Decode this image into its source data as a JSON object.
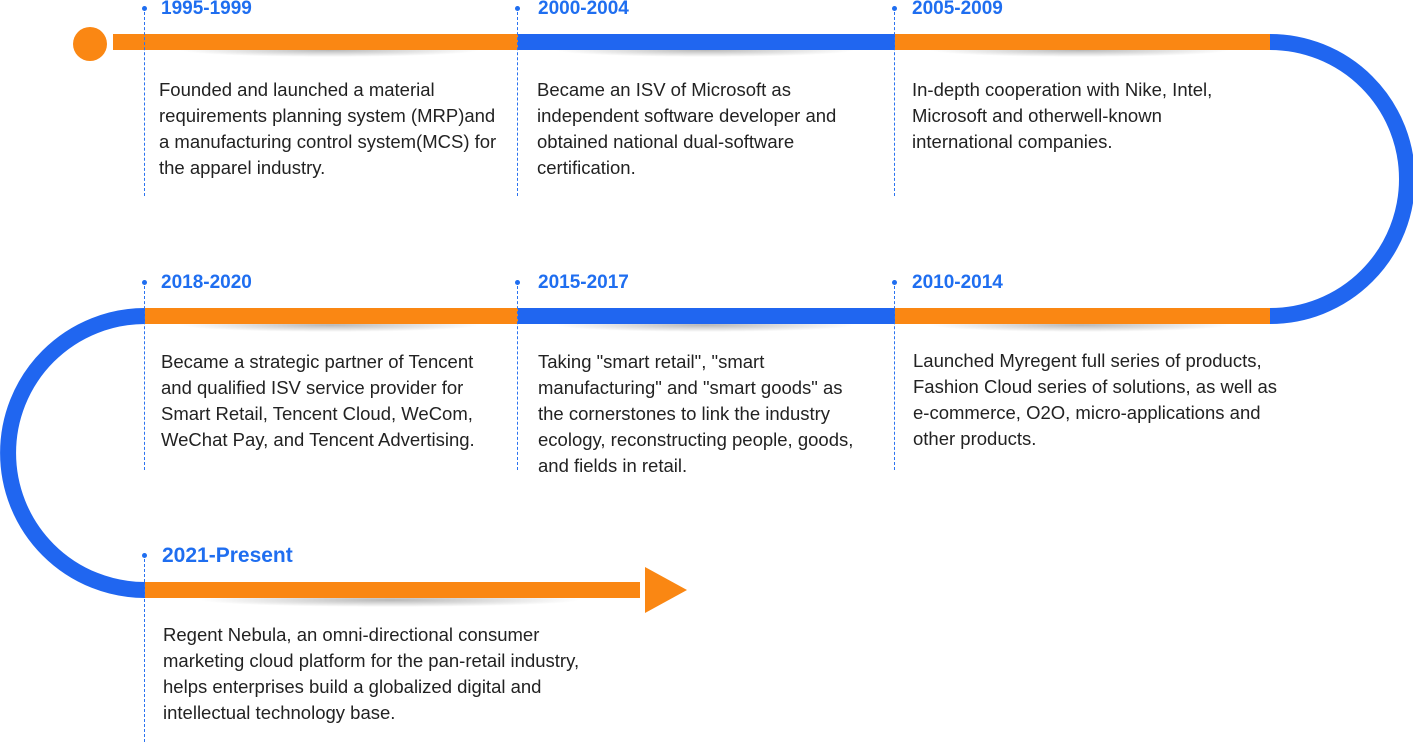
{
  "colors": {
    "orange": "#fa8713",
    "blue": "#2066f0",
    "label_blue": "#1f6ef0",
    "text": "#222222"
  },
  "eras": [
    {
      "year": "1995-1999",
      "desc": "Founded and launched a material requirements planning system (MRP)and a manufacturing control system(MCS) for the apparel industry."
    },
    {
      "year": "2000-2004",
      "desc": "Became an ISV of Microsoft as independent software developer and obtained national dual-software certification."
    },
    {
      "year": "2005-2009",
      "desc": "In-depth cooperation with Nike, Intel, Microsoft and otherwell-known international companies."
    },
    {
      "year": "2010-2014",
      "desc": "Launched Myregent full series of products, Fashion Cloud series of solutions, as well as e-commerce, O2O, micro-applications and other products."
    },
    {
      "year": "2015-2017",
      "desc": "Taking \"smart retail\", \"smart manufacturing\" and \"smart goods\" as the cornerstones to link the industry ecology, reconstructing people, goods, and fields in retail."
    },
    {
      "year": "2018-2020",
      "desc": "Became a strategic partner of Tencent and qualified ISV service provider for Smart Retail, Tencent Cloud, WeCom, WeChat Pay, and Tencent Advertising."
    },
    {
      "year": "2021-Present",
      "desc": "Regent Nebula, an omni-directional consumer marketing cloud platform for the pan-retail industry, helps enterprises build a globalized digital and intellectual technology base."
    }
  ]
}
